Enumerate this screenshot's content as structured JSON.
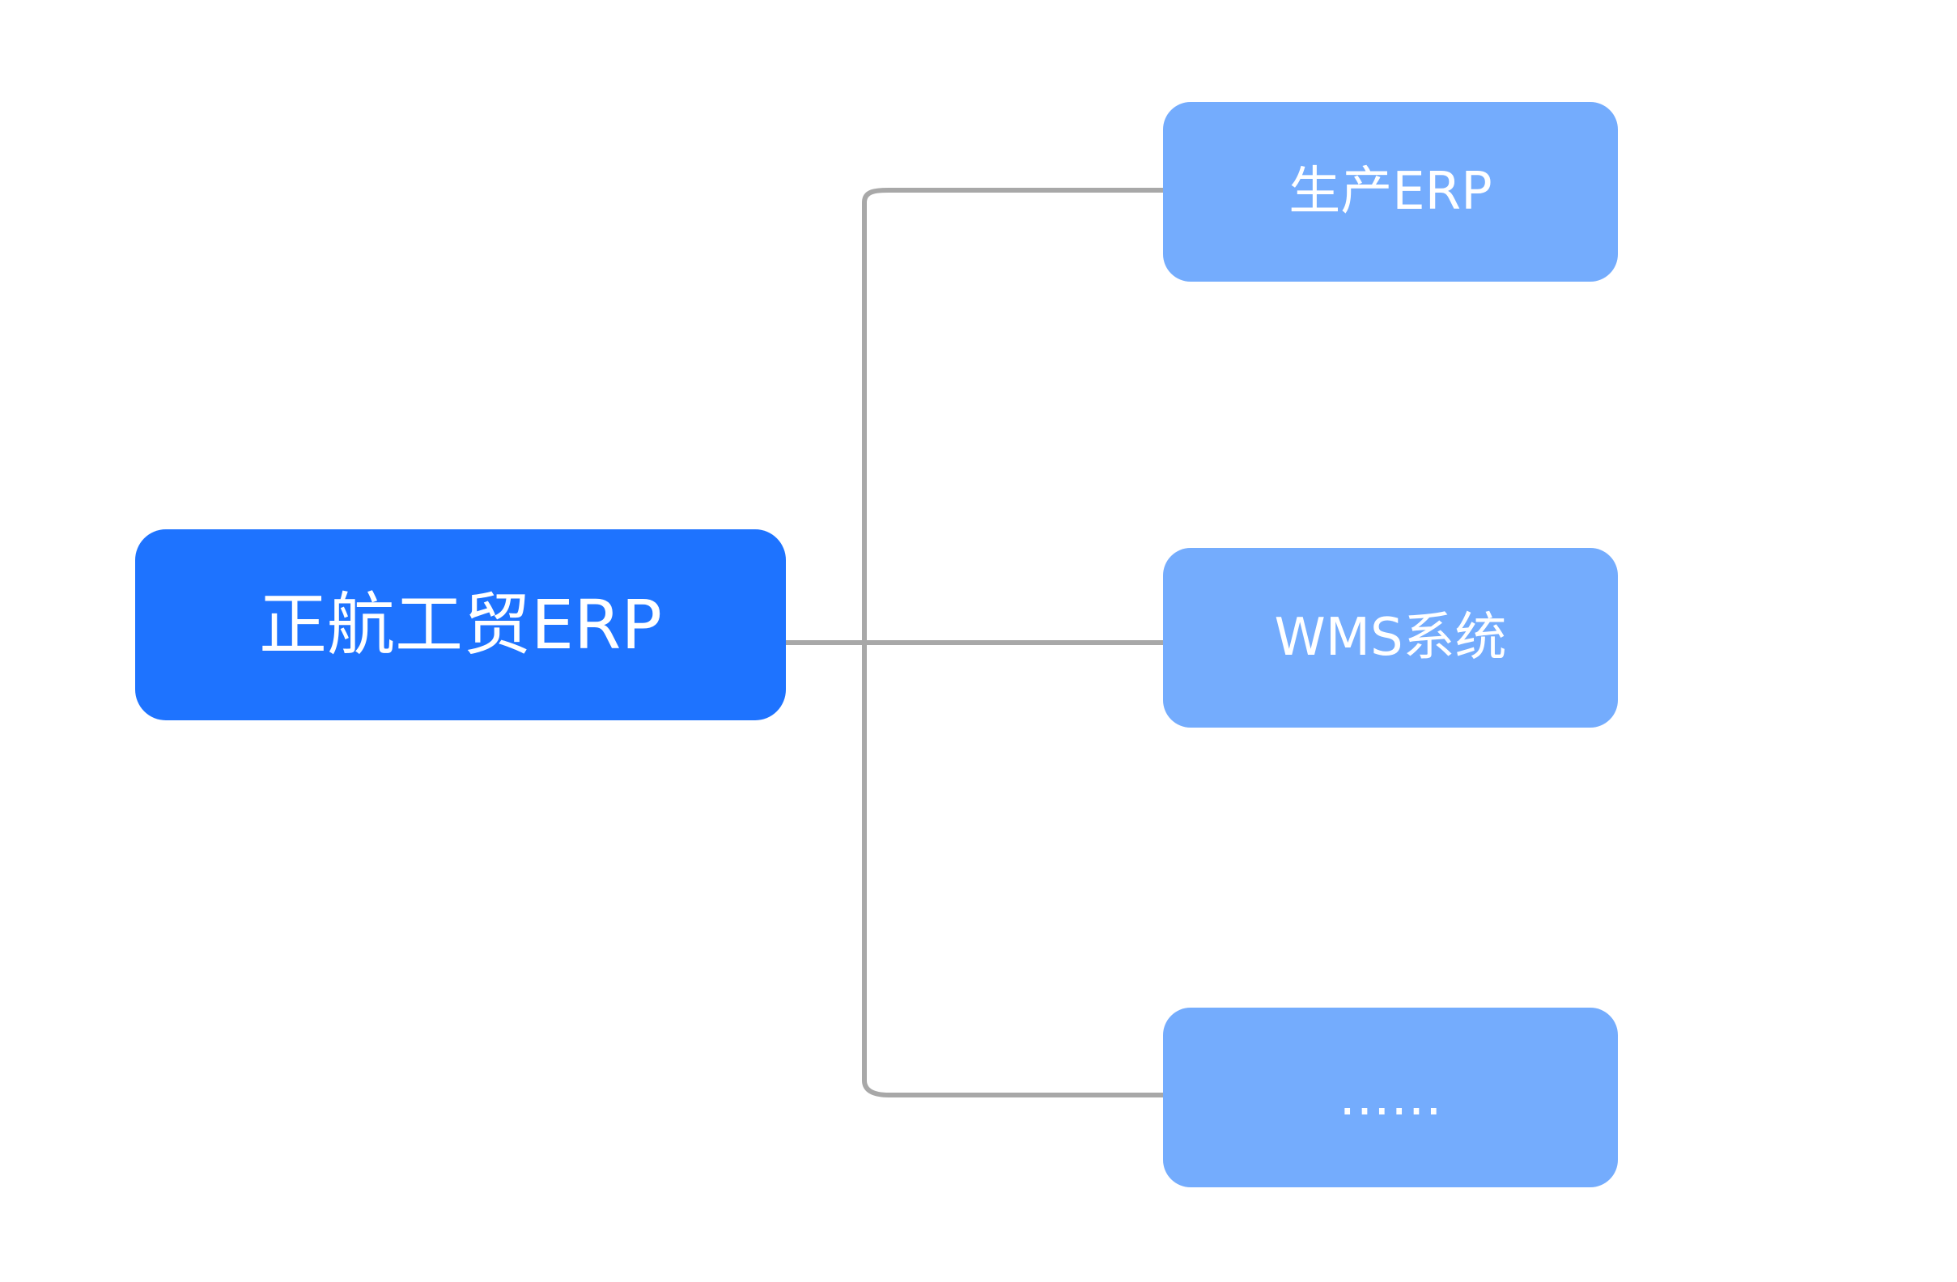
{
  "colors": {
    "root_fill": "#1e73ff",
    "child_fill": "#74acfd",
    "connector": "#a8a8a8",
    "text": "#ffffff",
    "background": "#ffffff"
  },
  "root": {
    "label": "正航工贸ERP"
  },
  "children": [
    {
      "label": "生产ERP"
    },
    {
      "label": "WMS系统"
    },
    {
      "label": "……"
    }
  ]
}
